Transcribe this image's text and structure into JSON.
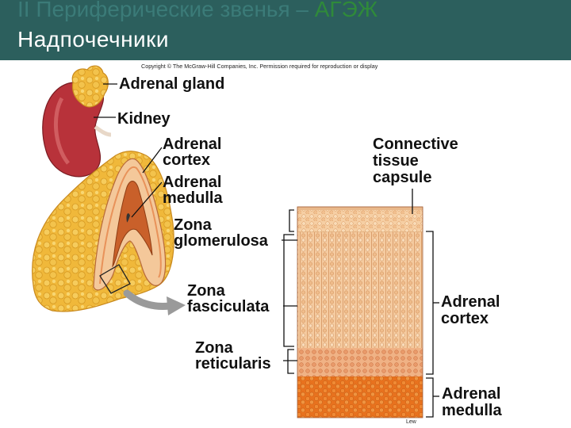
{
  "slide": {
    "title_line1_part1": "II  Периферические звенья – ",
    "title_line1_part2": "АГЭЖ",
    "title_line2": "Надпочечники"
  },
  "figure": {
    "copyright": "Copyright © The McGraw-Hill Companies, Inc. Permission required for reproduction or display",
    "artist_signature": "Lew",
    "labels": {
      "adrenal_gland": "Adrenal gland",
      "kidney": "Kidney",
      "adrenal_cortex_l1": "Adrenal",
      "adrenal_cortex_l2": "cortex",
      "adrenal_medulla_l1": "Adrenal",
      "adrenal_medulla_l2": "medulla",
      "capsule_l1": "Connective",
      "capsule_l2": "tissue",
      "capsule_l3": "capsule",
      "zona_glom_l1": "Zona",
      "zona_glom_l2": "glomerulosa",
      "zona_fasc_l1": "Zona",
      "zona_fasc_l2": "fasciculata",
      "zona_ret_l1": "Zona",
      "zona_ret_l2": "reticularis",
      "cortex_right_l1": "Adrenal",
      "cortex_right_l2": "cortex",
      "medulla_right_l1": "Adrenal",
      "medulla_right_l2": "medulla"
    },
    "colors": {
      "header_bg": "#2c5f5d",
      "gland_yellow": "#f0b83a",
      "kidney_red": "#b8323a",
      "cortex_tissue": "#f4c89a",
      "medulla_tissue": "#e8721e"
    }
  }
}
